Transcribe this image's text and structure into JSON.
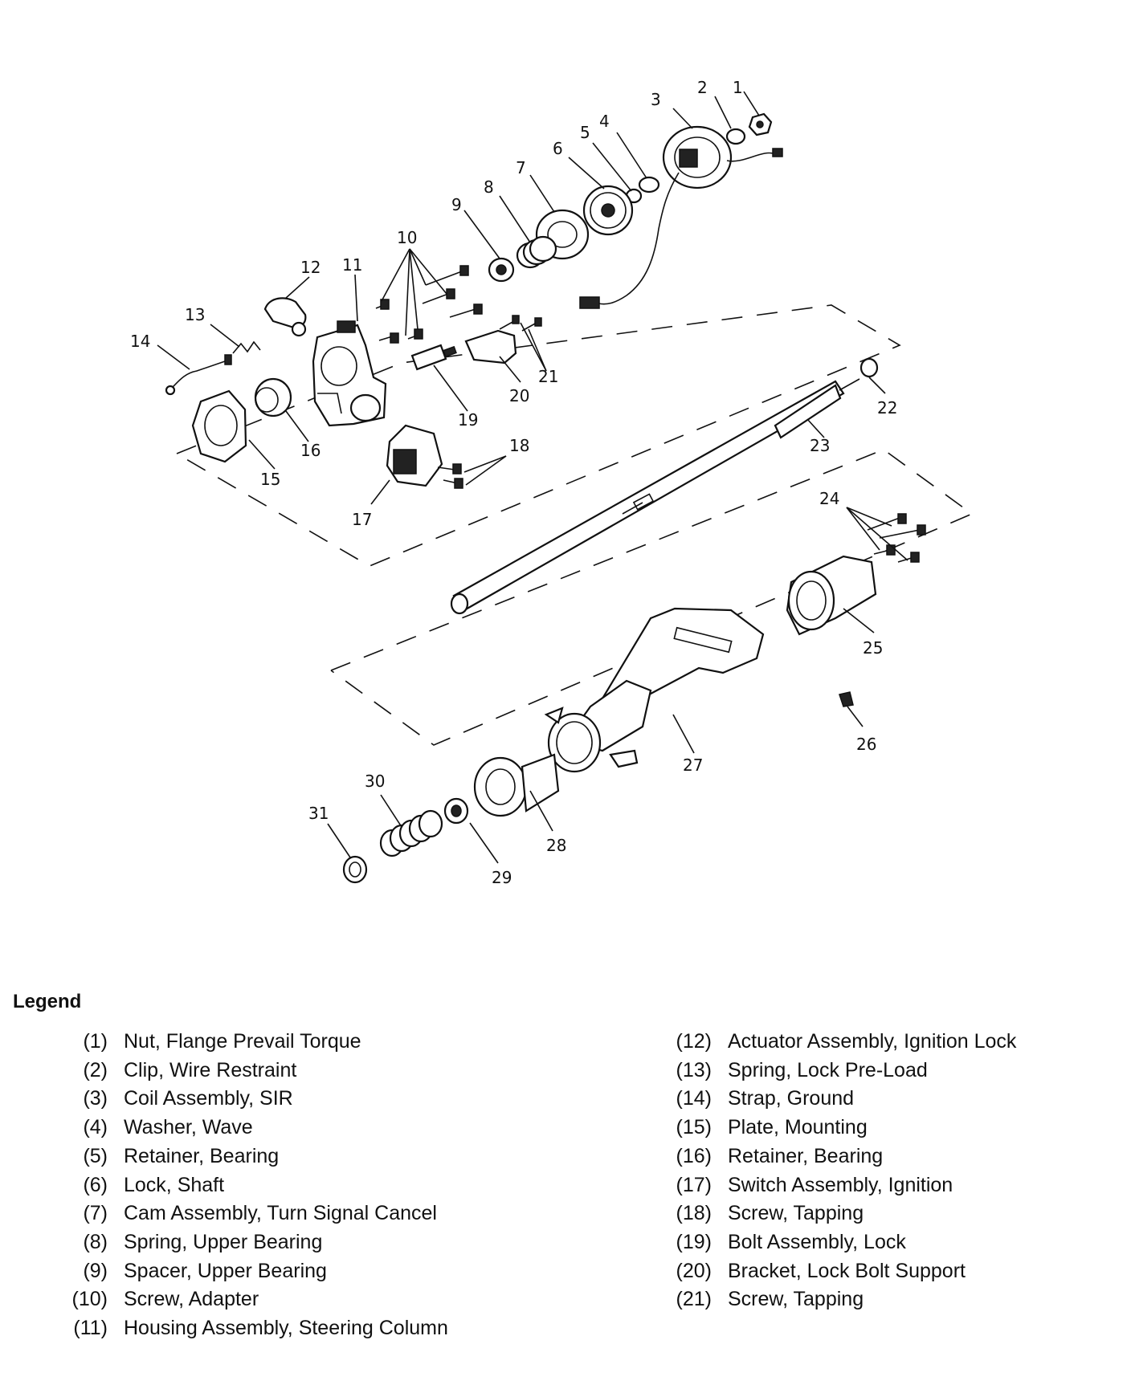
{
  "callouts": [
    "1",
    "2",
    "3",
    "4",
    "5",
    "6",
    "7",
    "8",
    "9",
    "10",
    "11",
    "12",
    "13",
    "14",
    "15",
    "16",
    "17",
    "18",
    "19",
    "20",
    "21",
    "22",
    "23",
    "24",
    "25",
    "26",
    "27",
    "28",
    "29",
    "30",
    "31"
  ],
  "legend": {
    "title": "Legend",
    "left": [
      {
        "num": "(1)",
        "label": "Nut, Flange Prevail Torque"
      },
      {
        "num": "(2)",
        "label": "Clip, Wire Restraint"
      },
      {
        "num": "(3)",
        "label": "Coil Assembly, SIR"
      },
      {
        "num": "(4)",
        "label": "Washer, Wave"
      },
      {
        "num": "(5)",
        "label": "Retainer, Bearing"
      },
      {
        "num": "(6)",
        "label": "Lock, Shaft"
      },
      {
        "num": "(7)",
        "label": "Cam Assembly, Turn Signal Cancel"
      },
      {
        "num": "(8)",
        "label": "Spring, Upper Bearing"
      },
      {
        "num": "(9)",
        "label": "Spacer, Upper Bearing"
      },
      {
        "num": "(10)",
        "label": "Screw, Adapter"
      },
      {
        "num": "(11)",
        "label": "Housing Assembly, Steering Column"
      }
    ],
    "right": [
      {
        "num": "(12)",
        "label": "Actuator Assembly, Ignition Lock"
      },
      {
        "num": "(13)",
        "label": "Spring, Lock Pre-Load"
      },
      {
        "num": "(14)",
        "label": "Strap, Ground"
      },
      {
        "num": "(15)",
        "label": "Plate, Mounting"
      },
      {
        "num": "(16)",
        "label": "Retainer, Bearing"
      },
      {
        "num": "(17)",
        "label": "Switch Assembly, Ignition"
      },
      {
        "num": "(18)",
        "label": "Screw, Tapping"
      },
      {
        "num": "(19)",
        "label": "Bolt Assembly, Lock"
      },
      {
        "num": "(20)",
        "label": "Bracket, Lock Bolt Support"
      },
      {
        "num": "(21)",
        "label": "Screw, Tapping"
      }
    ]
  }
}
